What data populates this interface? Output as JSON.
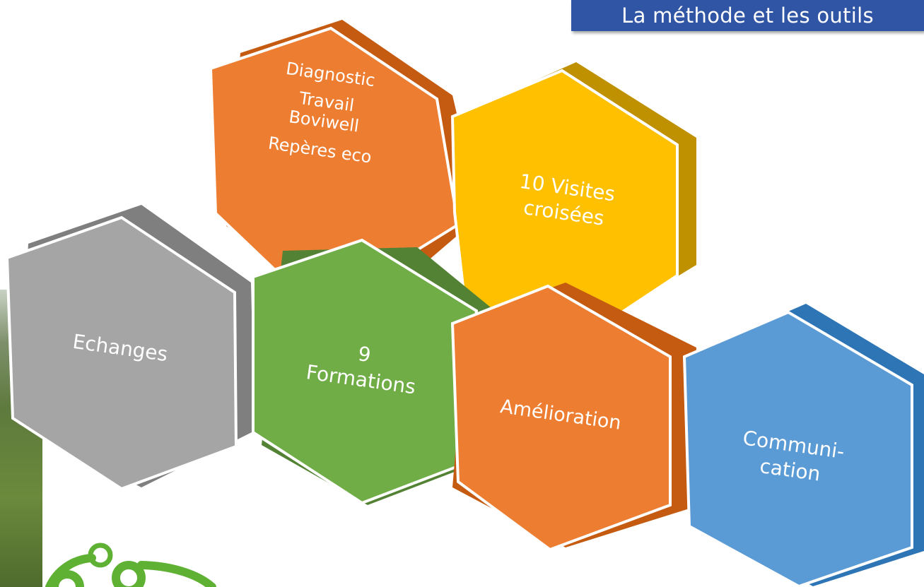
{
  "title": "La méthode et les outils",
  "hexagons": {
    "diagnostic": {
      "lines": [
        "Diagnostic",
        "Travail",
        "Boviwell",
        "Repères eco"
      ],
      "color": "#ed7d31"
    },
    "visites": {
      "lines": [
        "10 Visites",
        "croisées"
      ],
      "color": "#ffc000"
    },
    "echanges": {
      "lines": [
        "Echanges"
      ],
      "color": "#a5a5a5"
    },
    "formations": {
      "lines": [
        "9",
        "Formations"
      ],
      "color": "#70ad47"
    },
    "amelioration": {
      "lines": [
        "Amélioration"
      ],
      "color": "#ed7d31"
    },
    "communication": {
      "lines": [
        "Communi-",
        "cation"
      ],
      "color": "#5b9bd5"
    }
  },
  "logo": {
    "icon": "people-network-logo",
    "color": "#5fb134"
  }
}
